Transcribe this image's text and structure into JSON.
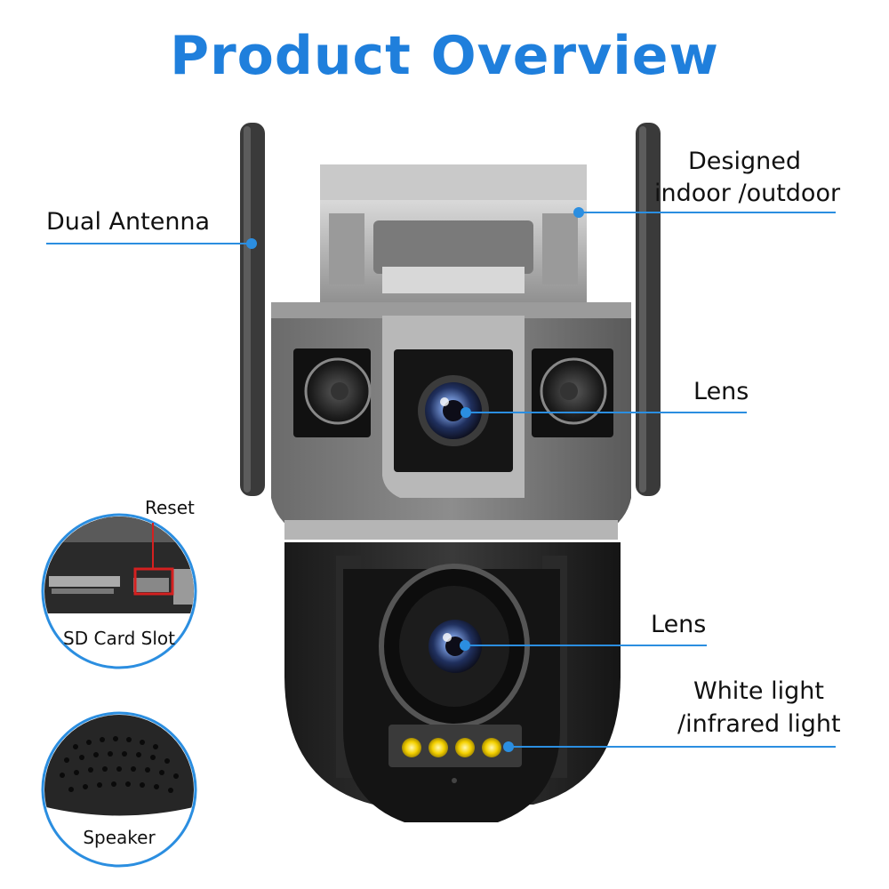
{
  "title": "Product Overview",
  "callouts": {
    "dual_antenna": "Dual Antenna",
    "designed_line1": "Designed",
    "designed_line2": "indoor /outdoor",
    "lens_top": "Lens",
    "lens_bottom": "Lens",
    "light_line1": "White light",
    "light_line2": "/infrared light"
  },
  "insets": {
    "reset": "Reset",
    "sd_card_slot": "SD Card Slot",
    "speaker": "Speaker"
  },
  "colors": {
    "accent_blue": "#1f7fdc",
    "callout_line": "#2b8ee0",
    "reset_marker": "#d42020"
  }
}
